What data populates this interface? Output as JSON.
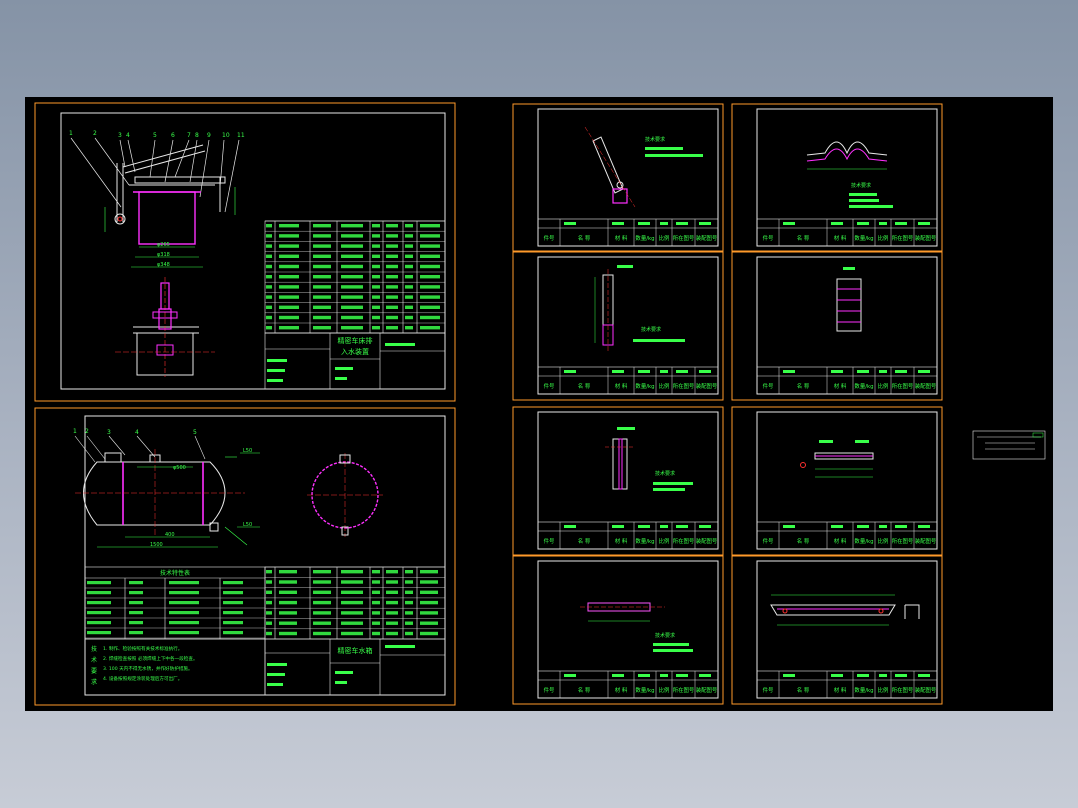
{
  "sheet1": {
    "title_block": {
      "title_line1": "精密车床排",
      "title_line2": "入水装置"
    },
    "item_numbers": [
      "1",
      "2",
      "3",
      "4",
      "5",
      "6",
      "7",
      "8",
      "9",
      "10",
      "11"
    ],
    "dims": [
      "φ265",
      "φ318",
      "φ348"
    ]
  },
  "sheet2": {
    "title_block": {
      "title": "精密车水箱"
    },
    "item_numbers": [
      "1",
      "2",
      "3",
      "4",
      "5"
    ],
    "dims": [
      "L50",
      "1500",
      "400",
      "φ500",
      "L50"
    ],
    "spec_table_title": "技术特性表",
    "notes_label": [
      "技",
      "术",
      "要",
      "求"
    ],
    "notes": [
      "1. 制作、检验按照有关技术标准执行。",
      "2. 焊缝检查按照 必须焊缝上下中各一段检查。",
      "3. 100 天内不得无水锈，并作好防护措施。",
      "4. 设备按照规定涂装处理后方可出厂。"
    ]
  },
  "detail_sheets": {
    "title_row": [
      "件号",
      "名 称",
      "材 料",
      "数量/kg",
      "比例",
      "所在图号",
      "装配图号"
    ],
    "notes_heading": "技术要求",
    "notes_short": [
      "1. 未注尺寸要求",
      "2. 未注倒角"
    ]
  }
}
